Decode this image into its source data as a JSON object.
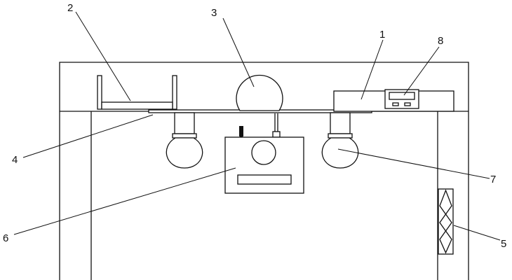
{
  "labels": {
    "l1": "1",
    "l2": "2",
    "l3": "3",
    "l4": "4",
    "l5": "5",
    "l6": "6",
    "l7": "7",
    "l8": "8"
  },
  "colors": {
    "stroke": "#111111",
    "background": "#ffffff"
  }
}
